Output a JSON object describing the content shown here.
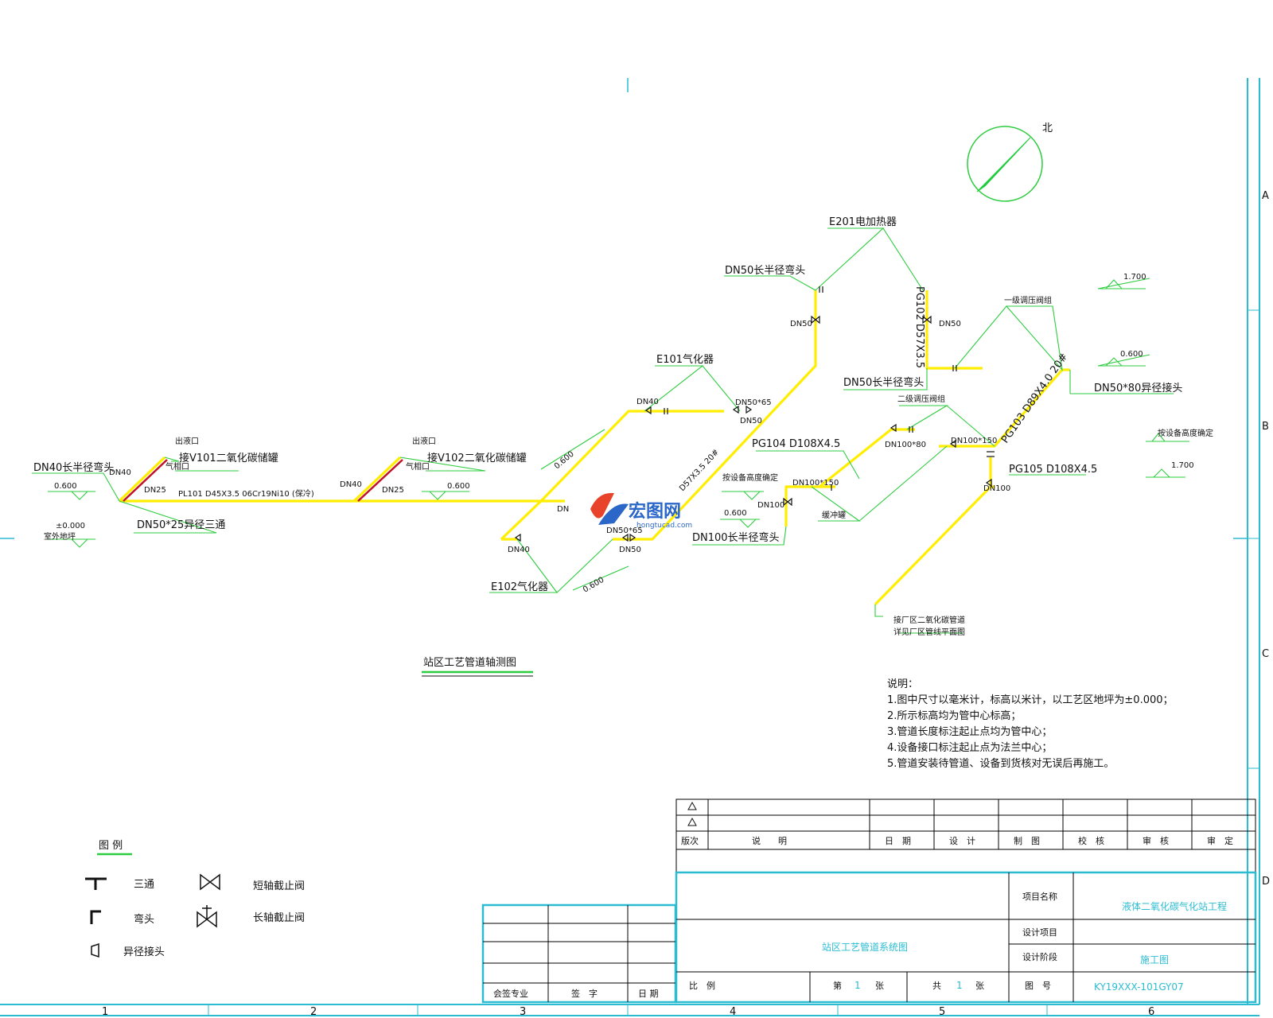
{
  "title": "站区工艺管道轴测图",
  "north": "北",
  "border": {
    "columns": [
      "1",
      "2",
      "3",
      "4",
      "5",
      "6"
    ],
    "rows": [
      "A",
      "B",
      "C",
      "D"
    ]
  },
  "labels": {
    "e201": "E201电加热器",
    "dn50_elbow_a": "DN50长半径弯头",
    "dn50_a": "DN50",
    "pg102": "PG102 D57X3.5",
    "dn50_b": "DN50",
    "elev_1700_a": "1.700",
    "first_reg": "一级调压阀组",
    "elev_0600_a": "0.600",
    "dn50_80": "DN50*80异径接头",
    "e101": "E101气化器",
    "dn40_a": "DN40",
    "dn50_65_a": "DN50*65",
    "dn50_c": "DN50",
    "dn50_elbow_b": "DN50长半径弯头",
    "second_reg": "二级调压阀组",
    "pg104": "PG104 D108X4.5",
    "dn100_80": "DN100*80",
    "dn100_150_a": "DN100*150",
    "pg103": "PG103 D89X4.0 20#",
    "pg105": "PG105 D108X4.5",
    "by_equip_a": "按设备高度确定",
    "elev_1700_b": "1.700",
    "dn40_elbow": "DN40长半径弯头",
    "dn40_b": "DN40",
    "tank1": "接V101二氧化碳储罐",
    "outlet1": "出液口",
    "gasin1": "气相口",
    "dn25_a": "DN25",
    "pl101": "PL101 D45X3.5 06Cr19Ni10 (保冷)",
    "dn40_c": "DN40",
    "tank2": "接V102二氧化碳储罐",
    "outlet2": "出液口",
    "gasin2": "气相口",
    "dn25_b": "DN25",
    "elev_0600_b": "0.600",
    "elev_0600_c": "0.600",
    "elev_0600_d": "0.600",
    "elev_0000": "±0.000",
    "outdoor": "室外地坪",
    "dn50_25": "DN50*25异径三通",
    "dn_cut": "DN",
    "d57": "D57X3.5 20#",
    "by_equip_b": "按设备高度确定",
    "elev_0600_e": "0.600",
    "dn100_a": "DN100",
    "dn100_150_b": "DN100*150",
    "buffer": "缓冲罐",
    "dn100_elbow": "DN100长半径弯头",
    "dn100_b": "DN100",
    "dn40_d": "DN40",
    "dn50_65_b": "DN50*65",
    "dn50_d": "DN50",
    "e102": "E102气化器",
    "elev_0600_f": "0.600",
    "plant1": "接厂区二氧化碳管道",
    "plant2": "详见厂区管线平面图"
  },
  "notes": {
    "heading": "说明：",
    "items": [
      "1.图中尺寸以毫米计，标高以米计，以工艺区地坪为±0.000；",
      "2.所示标高均为管中心标高；",
      "3.管道长度标注起止点均为管中心；",
      "4.设备接口标注起止点为法兰中心；",
      "5.管道安装待管道、设备到货核对无误后再施工。"
    ]
  },
  "legend": {
    "title": "图 例",
    "items": [
      {
        "icon": "tee-icon",
        "label": "三通"
      },
      {
        "icon": "elbow-icon",
        "label": "弯头"
      },
      {
        "icon": "reducer-icon",
        "label": "异径接头"
      },
      {
        "icon": "short-stem-valve-icon",
        "label": "短轴截止阀"
      },
      {
        "icon": "long-stem-valve-icon",
        "label": "长轴截止阀"
      }
    ]
  },
  "revision_table": {
    "headers": [
      "版次",
      "说　　明",
      "日　期",
      "设　计",
      "制　图",
      "校　核",
      "审　核",
      "审　定"
    ]
  },
  "countersign": {
    "headers": [
      "会签专业",
      "签　字",
      "日 期"
    ]
  },
  "title_block": {
    "project_name_label": "项目名称",
    "project_name": "液体二氧化碳气化站工程",
    "design_item_label": "设计项目",
    "design_item": "",
    "design_stage_label": "设计阶段",
    "design_stage": "施工图",
    "drawing_title": "站区工艺管道系统图",
    "scale_label": "比　例",
    "sheet_label_pre": "第",
    "sheet_no": "1",
    "sheet_label_post": "张",
    "total_label_pre": "共",
    "total_no": "1",
    "total_label_post": "张",
    "drawing_no_label": "图　号",
    "drawing_no": "KY19XXX-101GY07"
  },
  "watermark": {
    "name": "宏图网",
    "url": "hongtucad.com"
  },
  "colors": {
    "pipe": "#ffee00",
    "leader": "#2ecc40",
    "frame": "#2bbcd2",
    "valve_red": "#c0102a"
  }
}
